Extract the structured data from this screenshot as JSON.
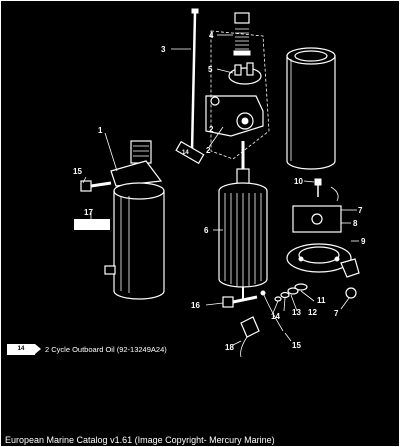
{
  "diagram": {
    "callouts": [
      {
        "id": "1",
        "text": "1"
      },
      {
        "id": "2a",
        "text": "2"
      },
      {
        "id": "2b",
        "text": "2"
      },
      {
        "id": "3",
        "text": "3"
      },
      {
        "id": "4",
        "text": "4"
      },
      {
        "id": "5",
        "text": "5"
      },
      {
        "id": "6",
        "text": "6"
      },
      {
        "id": "7a",
        "text": "7"
      },
      {
        "id": "7b",
        "text": "7"
      },
      {
        "id": "8",
        "text": "8"
      },
      {
        "id": "9",
        "text": "9"
      },
      {
        "id": "10",
        "text": "10"
      },
      {
        "id": "11",
        "text": "11"
      },
      {
        "id": "12",
        "text": "12"
      },
      {
        "id": "13",
        "text": "13"
      },
      {
        "id": "14",
        "text": "14"
      },
      {
        "id": "15a",
        "text": "15"
      },
      {
        "id": "15b",
        "text": "15"
      },
      {
        "id": "16",
        "text": "16"
      },
      {
        "id": "17",
        "text": "17"
      },
      {
        "id": "18",
        "text": "18"
      }
    ],
    "oil_tube_badge": "14",
    "lubricant_badge": "14",
    "lubricant_note": "2 Cycle Outboard Oil (92-13249A24)"
  },
  "footer": {
    "caption": "European Marine Catalog v1.61 (Image Copyright- Mercury Marine)"
  }
}
